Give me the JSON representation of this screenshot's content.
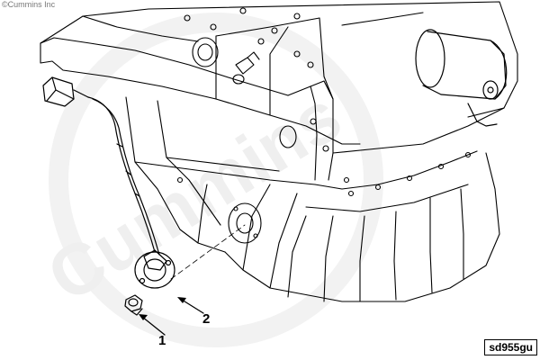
{
  "copyright": "©Cummins Inc",
  "watermark": "Cummins",
  "callouts": [
    "1",
    "2"
  ],
  "figure_id": "sd955gu",
  "colors": {
    "line": "#000000",
    "watermark": "#f0f0f0"
  }
}
